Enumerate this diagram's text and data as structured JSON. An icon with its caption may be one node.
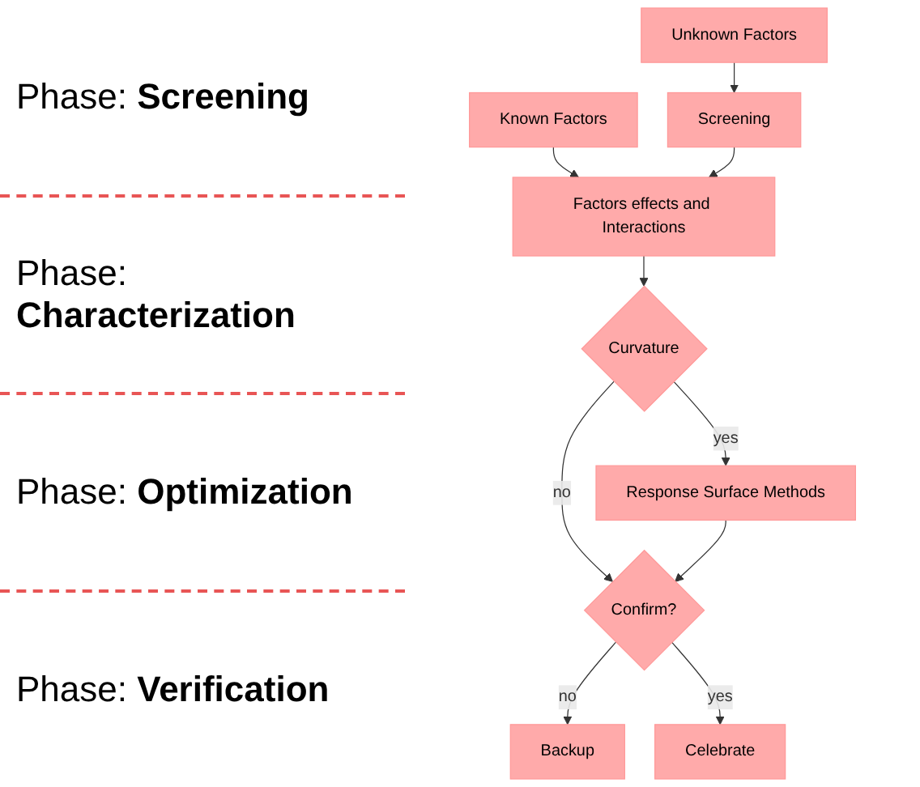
{
  "diagram": {
    "nodes": [
      {
        "text": [
          "Known Factors"
        ]
      },
      {
        "text": [
          "Unknown Factors"
        ]
      },
      {
        "text": [
          "Screening"
        ]
      },
      {
        "text": [
          "Factors effects and Interactions"
        ]
      },
      {
        "text": [
          "Curvature"
        ]
      },
      {
        "text": [
          "Response Surface Methods"
        ]
      },
      {
        "text": [
          "Confirm?"
        ]
      },
      {
        "text": [
          "Backup"
        ]
      },
      {
        "text": [
          "Celebrate"
        ]
      }
    ],
    "edges": [
      {
        "from": 0,
        "to": 3,
        "arrow": "to"
      },
      {
        "from": 1,
        "to": 2,
        "arrow": "to"
      },
      {
        "from": 2,
        "to": 3,
        "arrow": "to"
      },
      {
        "from": 3,
        "to": 4,
        "arrow": "to"
      },
      {
        "from": 4,
        "to": 5,
        "arrow": "to",
        "label": "yes"
      },
      {
        "from": 4,
        "to": 6,
        "arrow": "to",
        "label": "no"
      },
      {
        "from": 5,
        "to": 6,
        "arrow": "to"
      },
      {
        "from": 6,
        "to": 7,
        "arrow": "to",
        "label": "no"
      },
      {
        "from": 6,
        "to": 8,
        "arrow": "to",
        "label": "yes"
      }
    ],
    "labels": [
      "Phase: **Screening**",
      "Phase: **Characterization**",
      "Phase: **Optimization**",
      "Phase: **Verification**"
    ]
  }
}
